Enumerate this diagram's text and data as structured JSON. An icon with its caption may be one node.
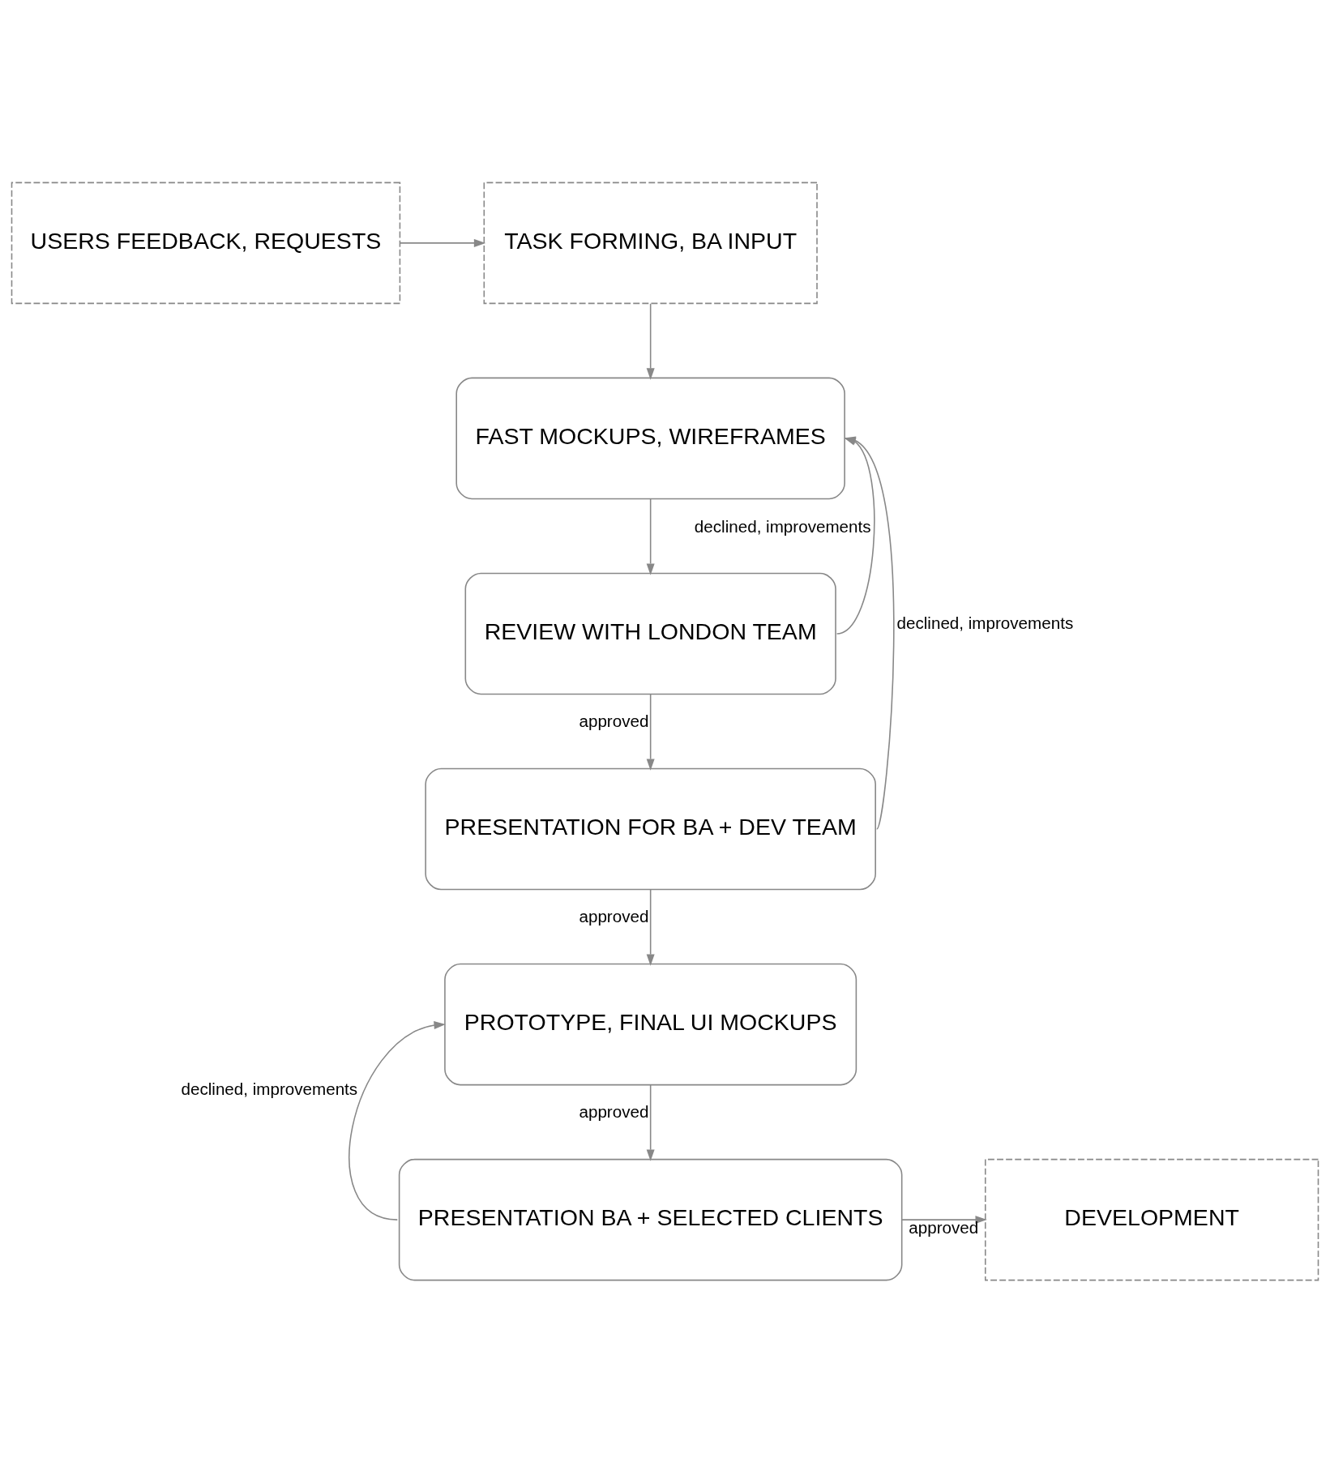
{
  "diagram": {
    "nodes": [
      {
        "text": [
          "USERS FEEDBACK, REQUESTS"
        ]
      },
      {
        "text": [
          "TASK FORMING, BA INPUT"
        ]
      },
      {
        "text": [
          "FAST MOCKUPS, WIREFRAMES"
        ]
      },
      {
        "text": [
          "REVIEW WITH LONDON TEAM"
        ]
      },
      {
        "text": [
          "PRESENTATION FOR BA + DEV TEAM"
        ]
      },
      {
        "text": [
          "PROTOTYPE, FINAL UI MOCKUPS"
        ]
      },
      {
        "text": [
          "PRESENTATION BA + SELECTED CLIENTS"
        ]
      },
      {
        "text": [
          "DEVELOPMENT"
        ]
      }
    ],
    "edges": [
      {
        "from": 0,
        "to": 1,
        "arrow": "to"
      },
      {
        "from": 1,
        "to": 2,
        "arrow": "to"
      },
      {
        "from": 2,
        "to": 3,
        "arrow": "to"
      },
      {
        "from": 3,
        "to": 2,
        "arrow": "to",
        "label": "declined, improvements"
      },
      {
        "from": 3,
        "to": 4,
        "arrow": "to",
        "label": "approved"
      },
      {
        "from": 4,
        "to": 2,
        "arrow": "to",
        "label": "declined, improvements"
      },
      {
        "from": 4,
        "to": 5,
        "arrow": "to",
        "label": "approved"
      },
      {
        "from": 5,
        "to": 6,
        "arrow": "to",
        "label": "approved"
      },
      {
        "from": 6,
        "to": 5,
        "arrow": "to",
        "label": "declined, improvements"
      },
      {
        "from": 6,
        "to": 7,
        "arrow": "to",
        "label": "approved"
      }
    ]
  }
}
